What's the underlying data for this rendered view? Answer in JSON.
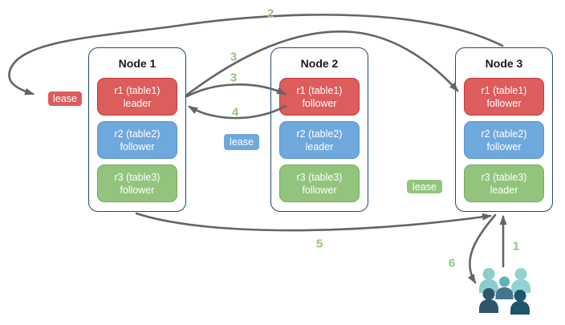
{
  "colors": {
    "node-border": "#24466b",
    "red-fill": "#dd5c5c",
    "red-border": "#c63838",
    "blue-fill": "#6fa8dc",
    "blue-border": "#5795d5",
    "green-fill": "#93c47d",
    "green-border": "#74ab55",
    "arrow": "#646464",
    "step-label": "#93c47d",
    "title-color": "#1a1a1a",
    "people-light": "#8bcdcb",
    "people-light2": "#93d2d2",
    "people-mid-head": "#62b0bd",
    "people-mid-body": "#44758e",
    "people-dark1": "#2f556c",
    "people-dark2": "#1e566e"
  },
  "nodes": [
    {
      "title": "Node 1",
      "replicas": [
        {
          "name": "r1 (table1)",
          "role": "leader",
          "color": "red"
        },
        {
          "name": "r2 (table2)",
          "role": "follower",
          "color": "blue"
        },
        {
          "name": "r3 (table3)",
          "role": "follower",
          "color": "green"
        }
      ]
    },
    {
      "title": "Node 2",
      "replicas": [
        {
          "name": "r1 (table1)",
          "role": "follower",
          "color": "red"
        },
        {
          "name": "r2 (table2)",
          "role": "leader",
          "color": "blue"
        },
        {
          "name": "r3 (table3)",
          "role": "follower",
          "color": "green"
        }
      ]
    },
    {
      "title": "Node 3",
      "replicas": [
        {
          "name": "r1 (table1)",
          "role": "follower",
          "color": "red"
        },
        {
          "name": "r2 (table2)",
          "role": "follower",
          "color": "blue"
        },
        {
          "name": "r3 (table3)",
          "role": "leader",
          "color": "green"
        }
      ]
    }
  ],
  "leases": [
    {
      "label": "lease",
      "color": "red"
    },
    {
      "label": "lease",
      "color": "blue"
    },
    {
      "label": "lease",
      "color": "green"
    }
  ],
  "steps": {
    "s1": "1",
    "s2": "2",
    "s3a": "3",
    "s3b": "3",
    "s4": "4",
    "s5": "5",
    "s6": "6"
  },
  "icons": {
    "users": "users-group-icon"
  }
}
